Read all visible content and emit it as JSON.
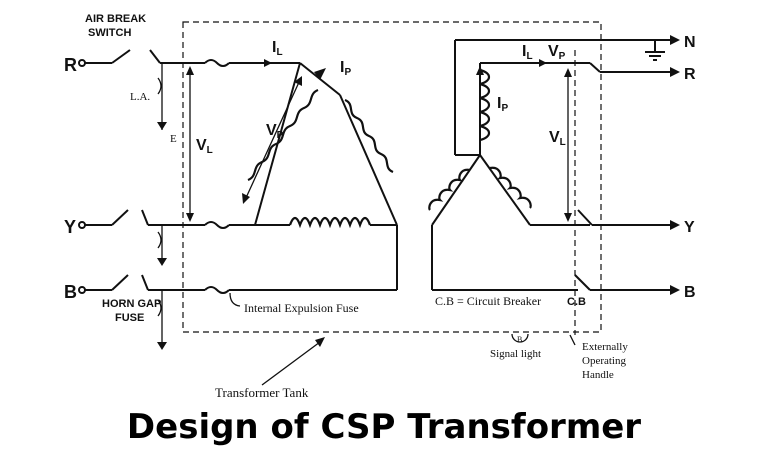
{
  "labels": {
    "air_break_switch_1": "AIR BREAK",
    "air_break_switch_2": "SWITCH",
    "horn_gap_fuse_1": "HORN GAP",
    "horn_gap_fuse_2": "FUSE",
    "la": "L.A.",
    "e": "E",
    "vl_primary": "V",
    "vl_primary_sub": "L",
    "vp_primary": "V",
    "vp_primary_sub": "P",
    "il_primary": "I",
    "il_primary_sub": "L",
    "ip_primary": "I",
    "ip_primary_sub": "P",
    "il_secondary": "I",
    "il_secondary_sub": "L",
    "vp_secondary": "V",
    "vp_secondary_sub": "P",
    "ip_secondary": "I",
    "ip_secondary_sub": "P",
    "vl_secondary": "V",
    "vl_secondary_sub": "L",
    "internal_fuse": "Internal Expulsion Fuse",
    "circuit_breaker": "C.B = Circuit Breaker",
    "cb": "C.B",
    "signal_light": "Signal light",
    "ext_handle_1": "Externally",
    "ext_handle_2": "Operating",
    "ext_handle_3": "Handle",
    "transformer_tank": "Transformer Tank",
    "terminal_r_in": "R",
    "terminal_y_in": "Y",
    "terminal_b_in": "B",
    "terminal_n_out": "N",
    "terminal_r_out": "R",
    "terminal_y_out": "Y",
    "terminal_b_out": "B"
  },
  "title": "Design of CSP Transformer"
}
